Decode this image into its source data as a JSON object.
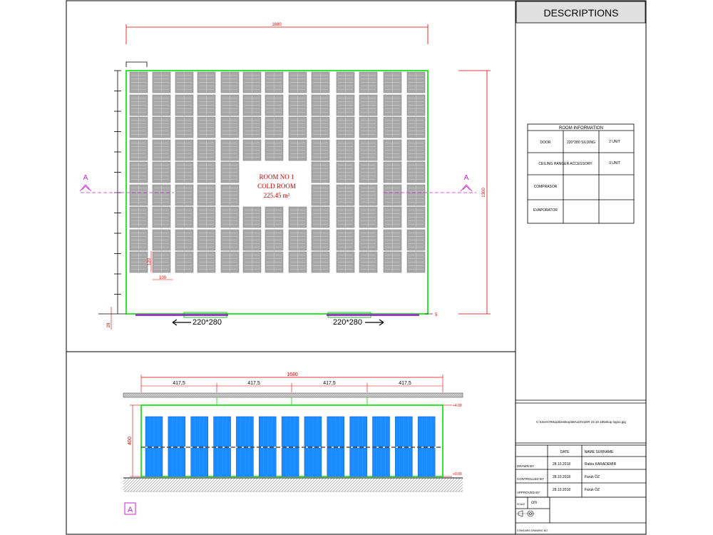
{
  "descriptions_title": "DESCRIPTIONS",
  "room_label": {
    "line1": "ROOM NO 1",
    "line2": "COLD ROOM",
    "line3": "225.45 m²"
  },
  "plan": {
    "width_dim": "1680",
    "height_dim": "1300",
    "pallet_height_dim": "120",
    "pallet_width_dim": "100",
    "wall_dim": "28",
    "small_dim": "5",
    "door_left": "220*280",
    "door_right": "220*280",
    "section_marker": "A"
  },
  "elevation": {
    "total_dim": "1680",
    "segment_dims": [
      "417,5",
      "417,5",
      "417,5",
      "417,5"
    ],
    "height_dim": "400",
    "top_level": "+4.00",
    "bottom_level": "+0.00",
    "view_label": "A"
  },
  "room_info": {
    "title": "ROOM INFORMATION",
    "rows": [
      {
        "label": "DOOR",
        "value": "220*280 SILDING",
        "qty": "2 UNIT"
      },
      {
        "label": "CEILING HANGER ACCESSORY",
        "value": "",
        "qty": "3 UNIT"
      },
      {
        "label": "COMPRASOR",
        "value": "",
        "qty": ""
      },
      {
        "label": "EVAPORATOR",
        "value": "",
        "qty": ""
      }
    ]
  },
  "file_path": "C:\\Users\\Tekop\\Desktop\\MALDİVLER 23.10.18\\tekop logoo.jpg",
  "signoff": {
    "col_date": "DATE",
    "col_name": "NAME  SURNAME",
    "rows": [
      {
        "role": "DRAWN  BY",
        "date": "28.10.2018",
        "name": "Rabia KARADEMİR"
      },
      {
        "role": "CONTROLLED  BY",
        "date": "28.10.2018",
        "name": "Faruk ÖZ"
      },
      {
        "role": "APPROVED  BY",
        "date": "28.10.2018",
        "name": "Faruk ÖZ"
      }
    ],
    "scale_label": "SCALE",
    "scale_value": "cm",
    "standard_label": "STANDARD DRAWING NO :"
  },
  "colors": {
    "wall": "#00e000",
    "dimension": "#e00000",
    "pallet_plan": "#a8a8a8",
    "pallet_elev": "#1a8cff",
    "section_line": "#d020d0",
    "door": "#9040c0"
  }
}
